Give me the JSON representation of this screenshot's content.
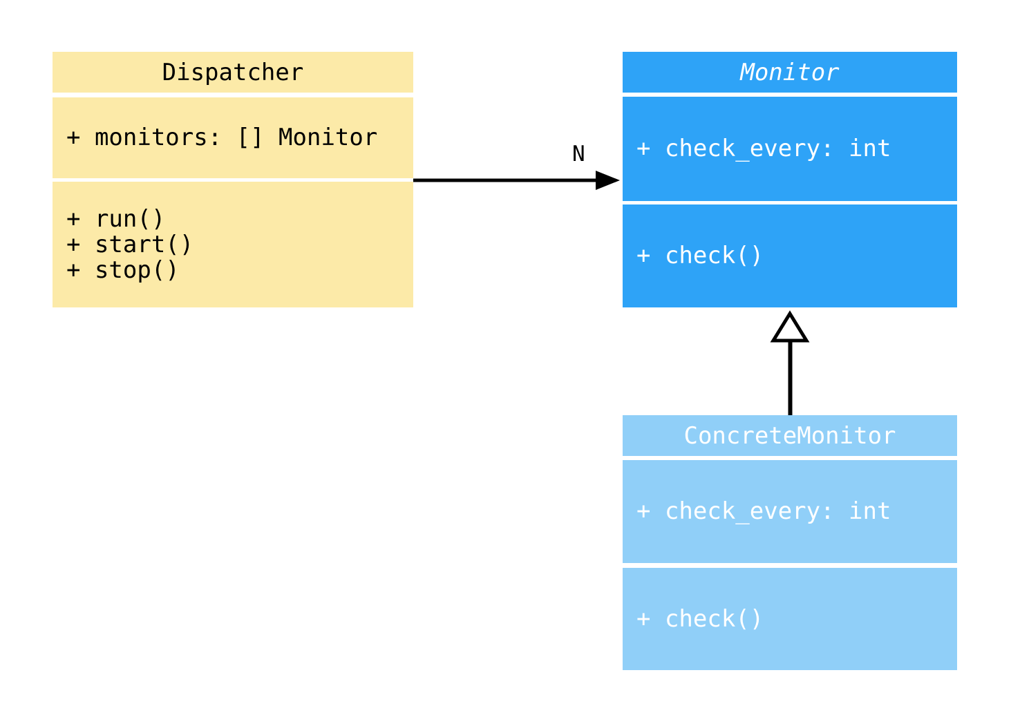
{
  "diagram": {
    "type": "uml-class-diagram",
    "classes": [
      {
        "name": "Dispatcher",
        "abstract": false,
        "fill": "#FCEAA8",
        "text_color": "#000000",
        "attributes": [
          "+ monitors: [] Monitor"
        ],
        "methods": [
          "+ run()",
          "+ start()",
          "+ stop()"
        ]
      },
      {
        "name": "Monitor",
        "abstract": true,
        "fill": "#2EA3F7",
        "text_color": "#FFFFFF",
        "attributes": [
          "+ check_every: int"
        ],
        "methods": [
          "+ check()"
        ]
      },
      {
        "name": "ConcreteMonitor",
        "abstract": false,
        "fill": "#90CFF8",
        "text_color": "#FFFFFF",
        "attributes": [
          "+ check_every: int"
        ],
        "methods": [
          "+ check()"
        ]
      }
    ],
    "relationships": [
      {
        "type": "association",
        "from": "Dispatcher",
        "to": "Monitor",
        "multiplicity": "N",
        "line_color": "#000000"
      },
      {
        "type": "inheritance",
        "from": "ConcreteMonitor",
        "to": "Monitor",
        "line_color": "#000000"
      }
    ]
  }
}
